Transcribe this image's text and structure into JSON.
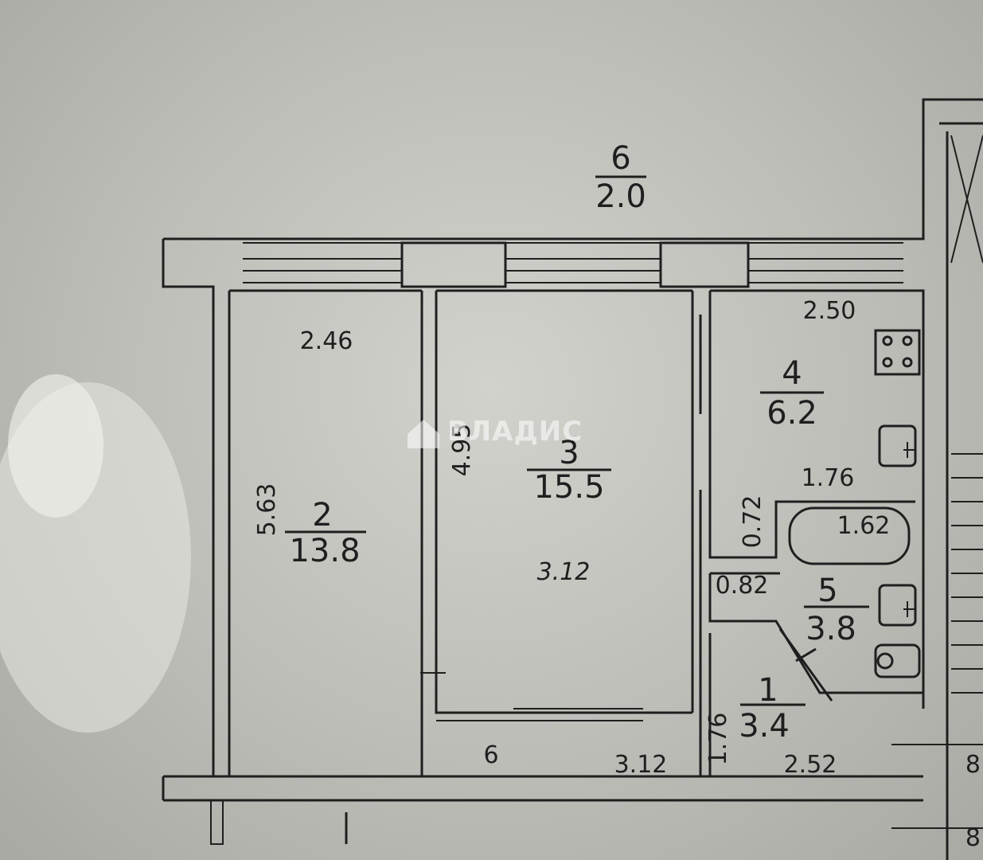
{
  "rooms": {
    "balcony": {
      "number": "6",
      "area": "2.0"
    },
    "room_2": {
      "number": "2",
      "area": "13.8"
    },
    "room_3": {
      "number": "3",
      "area": "15.5"
    },
    "kitchen_4": {
      "number": "4",
      "area": "6.2"
    },
    "bathroom_5": {
      "number": "5",
      "area": "3.8"
    },
    "hall_1": {
      "number": "1",
      "area": "3.4"
    }
  },
  "dimensions": {
    "room2_width": "2.46",
    "room2_length": "5.63",
    "room3_length": "4.95",
    "room3_width": "3.12",
    "kitchen_width": "2.50",
    "bath_width": "1.76",
    "bath_tub": "1.62",
    "bath_depth": "0.72",
    "wc_width": "0.82",
    "hall_depth": "1.76",
    "hall_width": "2.52",
    "closet_number": "6",
    "closet_width": "3.12",
    "edge_mark_1": "8",
    "edge_mark_2": "8"
  },
  "watermark": {
    "text": "ВЛАДИС"
  },
  "colors": {
    "paper": "#c4c4bf",
    "ink": "#1f1f1f",
    "watermark": "#ffffff"
  }
}
